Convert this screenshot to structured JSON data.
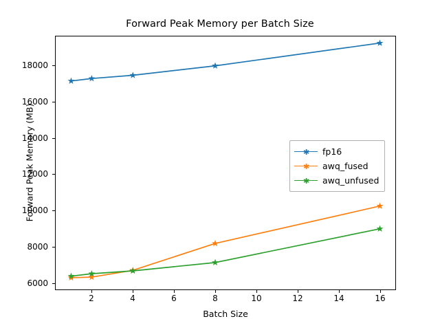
{
  "chart_data": {
    "type": "line",
    "title": "Forward Peak Memory per Batch Size",
    "xlabel": "Batch Size",
    "ylabel": "Forward Peak Memory (MB)",
    "x": [
      1,
      2,
      4,
      8,
      16
    ],
    "xlim": [
      0.25,
      16.75
    ],
    "ylim": [
      5750,
      19100
    ],
    "xticks": [
      2,
      4,
      6,
      8,
      10,
      12,
      14,
      16
    ],
    "yticks": [
      6000,
      8000,
      10000,
      12000,
      14000,
      16000,
      18000
    ],
    "grid": false,
    "legend_position": "center right",
    "marker": "star",
    "series": [
      {
        "name": "fp16",
        "color": "#1f77b4",
        "values": [
          16750,
          16880,
          17050,
          17550,
          18750
        ]
      },
      {
        "name": "awq_fused",
        "color": "#ff7f0e",
        "values": [
          6370,
          6400,
          6760,
          8180,
          10150
        ]
      },
      {
        "name": "awq_unfused",
        "color": "#2ca02c",
        "values": [
          6450,
          6580,
          6730,
          7170,
          8950
        ]
      }
    ]
  },
  "axis": {
    "ytick_labels": [
      "18000",
      "16000",
      "14000",
      "12000",
      "10000",
      "8000",
      "6000"
    ],
    "xtick_labels": [
      "2",
      "4",
      "6",
      "8",
      "10",
      "12",
      "14",
      "16"
    ]
  },
  "legend": {
    "items": [
      {
        "label": "fp16"
      },
      {
        "label": "awq_fused"
      },
      {
        "label": "awq_unfused"
      }
    ]
  }
}
